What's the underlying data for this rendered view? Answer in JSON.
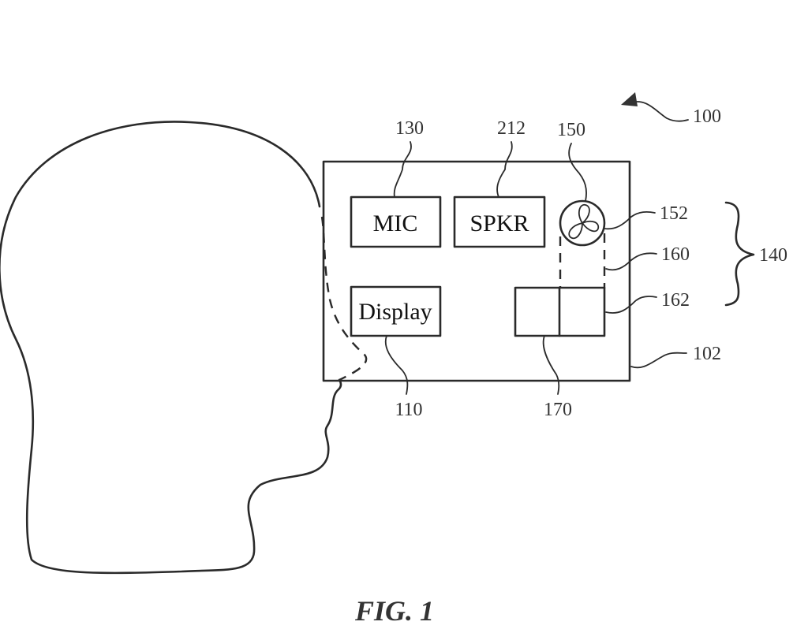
{
  "figure": {
    "caption": "FIG. 1",
    "components": [
      {
        "id": "mic",
        "label": "MIC",
        "ref": "130"
      },
      {
        "id": "speaker",
        "label": "SPKR",
        "ref": "212"
      },
      {
        "id": "display",
        "label": "Display",
        "ref": "110"
      },
      {
        "id": "fan",
        "label": "",
        "ref": "150"
      }
    ],
    "refs": {
      "system": "100",
      "housing": "102",
      "thermal_group": "140",
      "fan_blades": "152",
      "duct": "160",
      "heat_sink": "162",
      "component_170": "170"
    }
  }
}
